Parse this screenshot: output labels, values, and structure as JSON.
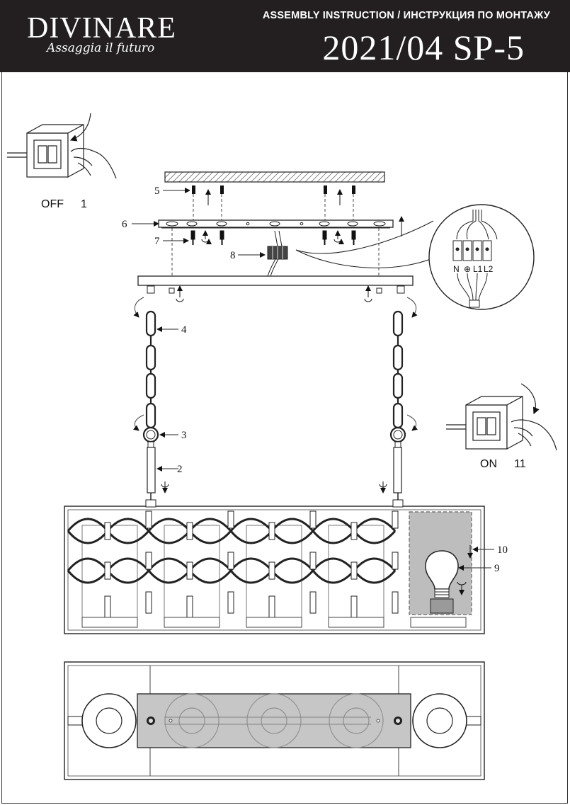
{
  "header": {
    "brand": "DIVINARE",
    "tagline": "Assaggia il futuro",
    "subtitle": "ASSEMBLY INSTRUCTION / ИНСТРУКЦИЯ ПО МОНТАЖУ",
    "code": "2021/04  SP-5"
  },
  "switches": {
    "off_label": "OFF",
    "off_step": "1",
    "on_label": "ON",
    "on_step": "11"
  },
  "callouts": [
    "5",
    "6",
    "7",
    "8",
    "4",
    "3",
    "2",
    "10",
    "9"
  ],
  "terminal_labels": [
    "N",
    "⊕",
    "L1",
    "L2"
  ]
}
